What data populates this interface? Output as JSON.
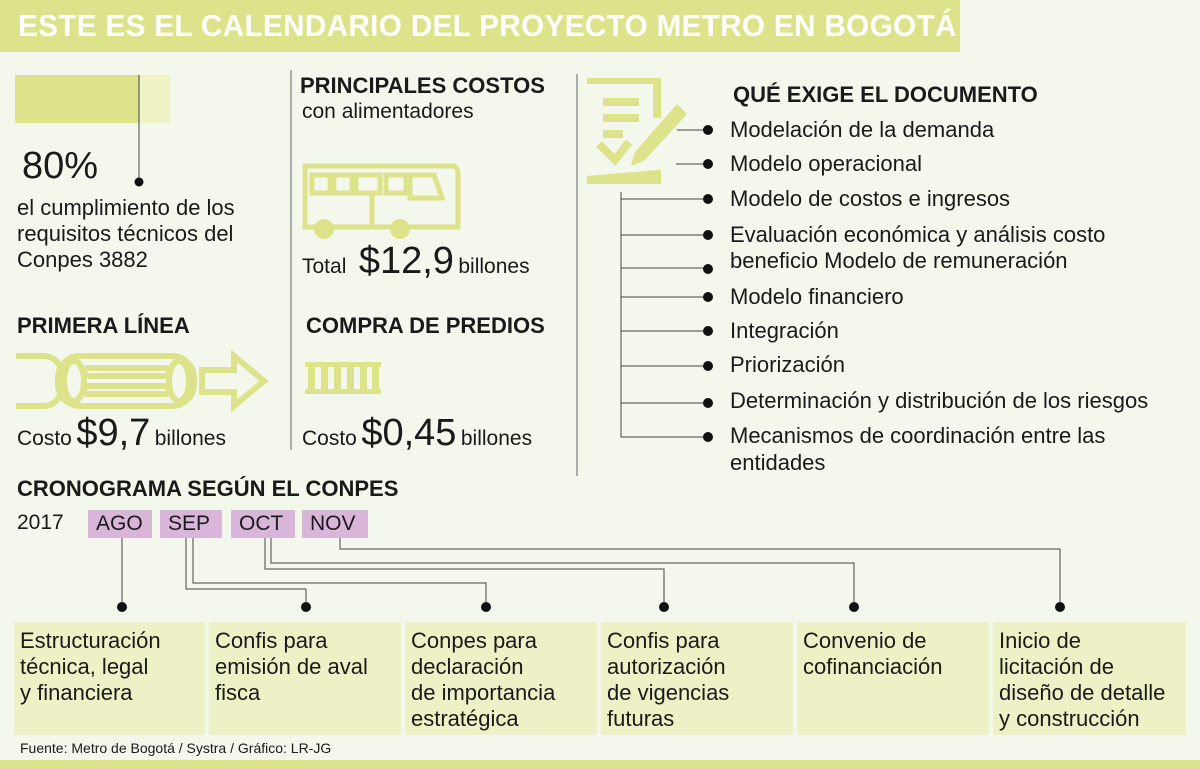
{
  "title": "ESTE ES EL CALENDARIO DEL PROYECTO METRO EN BOGOTÁ",
  "progress": {
    "percent_label": "80%",
    "value": 80,
    "description_lines": [
      "el cumplimiento de los",
      "requisitos técnicos del",
      "Conpes 3882"
    ]
  },
  "primera_linea": {
    "heading": "PRIMERA LÍNEA",
    "cost_label": "Costo",
    "amount": "$9,7",
    "unit": "billones"
  },
  "principales_costos": {
    "heading": "PRINCIPALES COSTOS",
    "subheading": "con alimentadores",
    "total_label": "Total",
    "amount": "$12,9",
    "unit": "billones"
  },
  "compra_predios": {
    "heading": "COMPRA DE PREDIOS",
    "cost_label": "Costo",
    "amount": "$0,45",
    "unit": "billones"
  },
  "documento": {
    "heading": "QUÉ EXIGE EL DOCUMENTO",
    "items": [
      "Modelación de la demanda",
      "Modelo operacional",
      "Modelo de costos e ingresos",
      "Evaluación económica y análisis costo",
      "beneficio Modelo de remuneración",
      "Modelo financiero",
      "Integración",
      "Priorización",
      "Determinación y distribución de los riesgos",
      "Mecanismos de coordinación entre las",
      "entidades"
    ]
  },
  "cronograma": {
    "heading": "CRONOGRAMA SEGÚN EL CONPES",
    "year": "2017",
    "months": [
      "AGO",
      "SEP",
      "OCT",
      "NOV"
    ],
    "milestones": [
      [
        "Estructuración",
        "técnica, legal",
        "y financiera"
      ],
      [
        "Confis para",
        "emisión de aval",
        "fisca"
      ],
      [
        "Conpes para",
        "declaración",
        "de importancia",
        "estratégica"
      ],
      [
        "Confis para",
        "autorización",
        "de vigencias",
        "futuras"
      ],
      [
        "Convenio de",
        "cofinanciación"
      ],
      [
        "Inicio de",
        "licitación de",
        "diseño de detalle",
        "y construcción"
      ]
    ]
  },
  "source": "Fuente: Metro de Bogotá / Systra / Gráfico: LR-JG",
  "colors": {
    "accent": "#dde38a",
    "box": "#eef1c5",
    "month": "#d9b6d9",
    "background": "#f3f7ec"
  }
}
